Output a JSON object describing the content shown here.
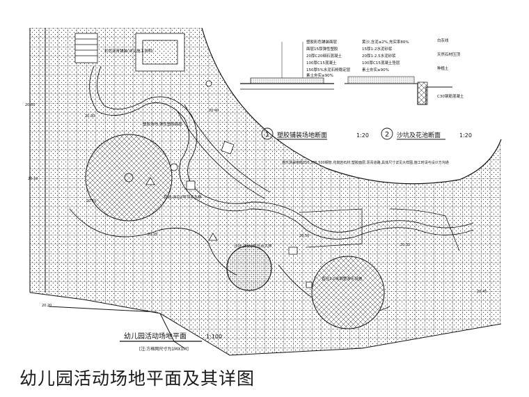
{
  "page_title": "幼儿园活动场地平面及其详图",
  "plan": {
    "title": "幼儿园活动场地平面",
    "scale": "1:100",
    "grid_note": "[注:方格网尺寸为1MX1M]"
  },
  "sections": [
    {
      "number": "1",
      "name": "塑胶铺装场地断面",
      "scale": "1:20"
    },
    {
      "number": "2",
      "name": "沙坑及花池断面",
      "scale": "1:20"
    }
  ],
  "section1_notes": [
    "塑胶彩色铺装面层",
    "面层15厚弹性塑胶",
    "20厚C20细石混凝土",
    "100厚C15混凝土",
    "150厚5%水泥石粉稳定层",
    "素土夯实≥90%"
  ],
  "section2_notes": [
    "黄沙,含泥≤2%,充实率80%",
    "15厚1:2水泥砂浆",
    "20厚1:2.5水泥砂浆",
    "100厚C15混凝土垫层",
    "素土夯实≥90%",
    "C30钢筋混凝土"
  ],
  "section2_side_notes": [
    "白灰线",
    "天然石材压顶",
    "种植土"
  ],
  "plan_notes": [
    "彩色沥青铺装(详见施工说明)",
    "塑胶场地,弹性塑胶面层",
    "沙坑,详见2号节点大样",
    "花池,详见2号节点大样",
    "直径3.0米钢管游乐设施"
  ],
  "center_note": "游乐场采用高250,375,500钢管,花岗岩石材,塑胶面层,沥青道路,具体尺寸详见大样图,施工时请与设计方沟通",
  "elevations": [
    "20.60",
    "20.10",
    "20.30",
    "20.15",
    "20.25",
    "20.40",
    "20.20",
    "20.50",
    "20.35",
    "20.45"
  ]
}
